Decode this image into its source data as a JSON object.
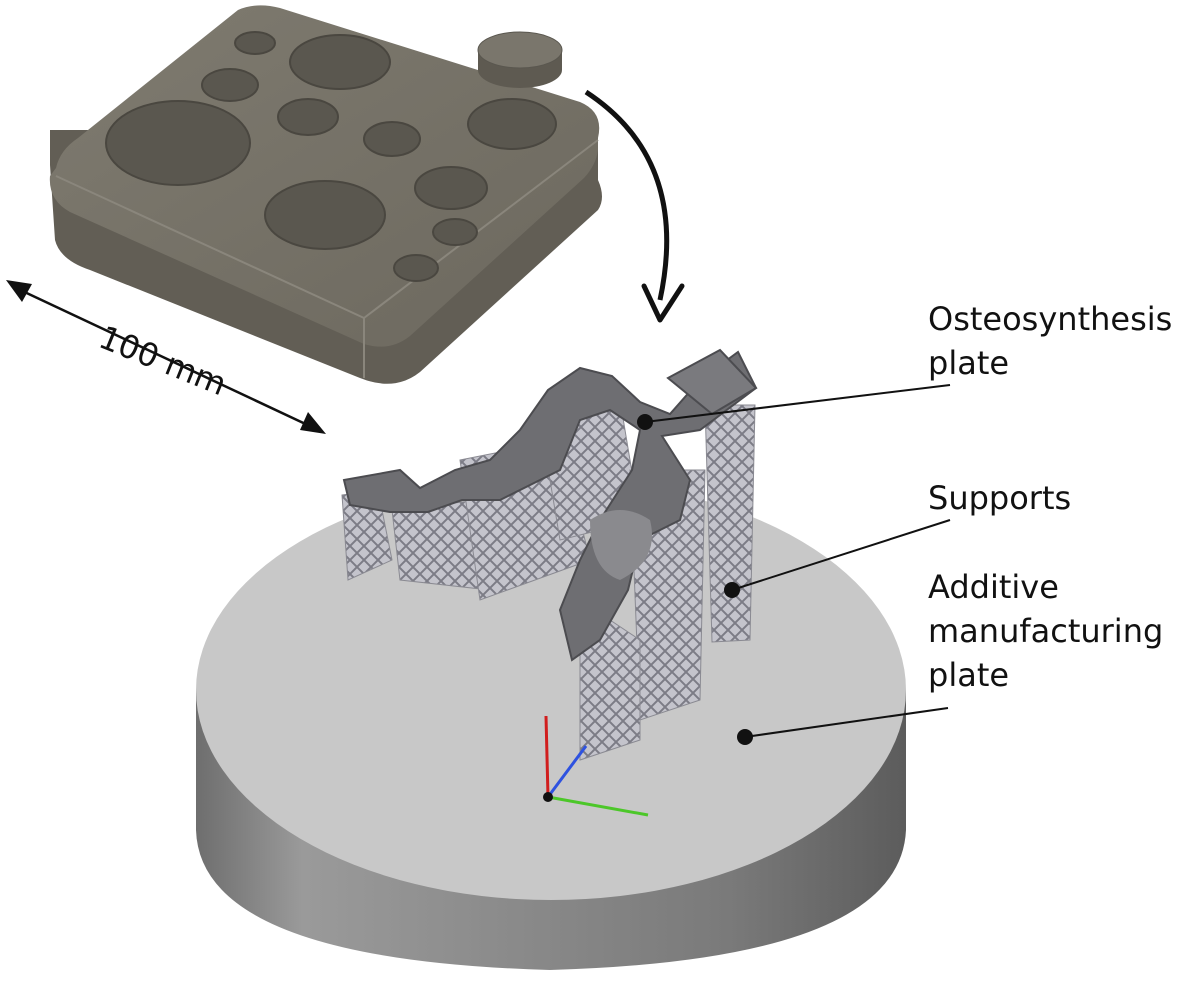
{
  "figure": {
    "dimension_label": "100 mm",
    "labels": {
      "osteosynthesis_line1": "Osteosynthesis",
      "osteosynthesis_line2": "plate",
      "supports": "Supports",
      "am_line1": "Additive",
      "am_line2": "manufacturing",
      "am_line3": "plate"
    },
    "colors": {
      "tray_top": "#7a766c",
      "tray_side": "#68645b",
      "disk_top": "#c9c9c9",
      "disk_side": "#8e8e8e",
      "part": "#6f6f72",
      "lattice": "#b0b0b8",
      "axis_x": "#d11e1e",
      "axis_y": "#2e52e0",
      "axis_z": "#4cc729",
      "ink": "#111111"
    }
  }
}
